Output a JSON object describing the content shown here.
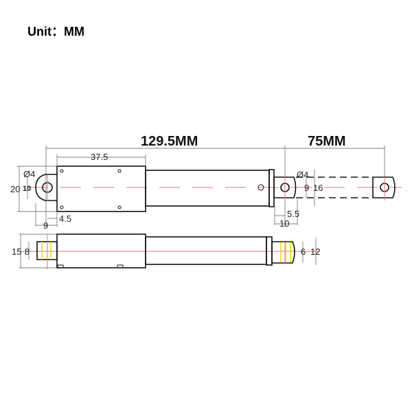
{
  "title": "Unit：MM",
  "dimensions": {
    "retracted_length": "129.5MM",
    "stroke": "75MM",
    "housing_length": "37.5",
    "rear_hole_dia": "Ø4",
    "rear_clevis_width": "10",
    "housing_height": "20",
    "rear_hole_offset": "4.5",
    "rear_clevis_length": "9",
    "rod_hole_dia": "Ø4",
    "rod_clevis_width": "9",
    "rod_cap_height": "16",
    "rod_hole_offset": "5.5",
    "rod_clevis_length": "10",
    "side_height": "15",
    "rear_stub_thickness": "8",
    "rod_thickness": "6",
    "side_cap_height": "12"
  },
  "colors": {
    "centerline": "#f07070",
    "marking": "#f0e000"
  }
}
